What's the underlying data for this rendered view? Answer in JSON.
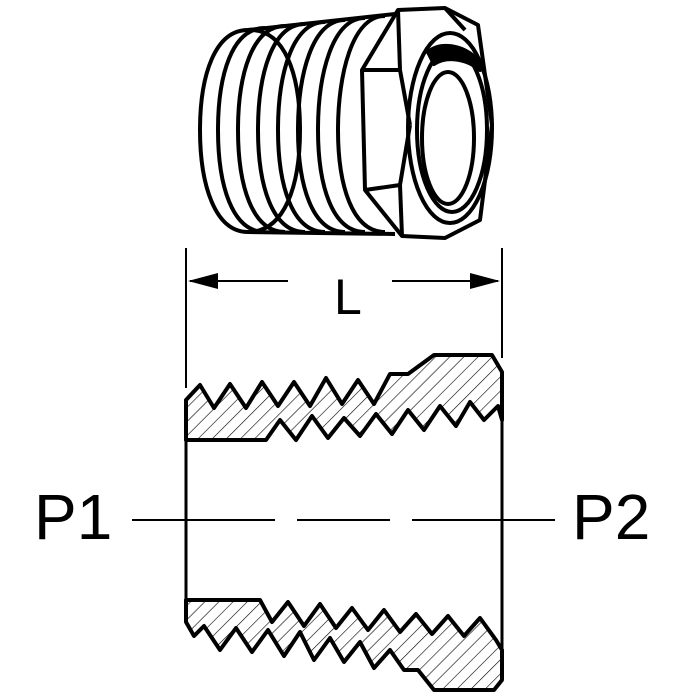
{
  "diagram": {
    "subject": "threaded reducing bushing (hex head)",
    "views": [
      "isometric view",
      "cross-section view"
    ],
    "labels": {
      "length": "L",
      "port_1": "P1",
      "port_2": "P2"
    },
    "colors": {
      "line": "#000000",
      "background": "#ffffff"
    }
  }
}
